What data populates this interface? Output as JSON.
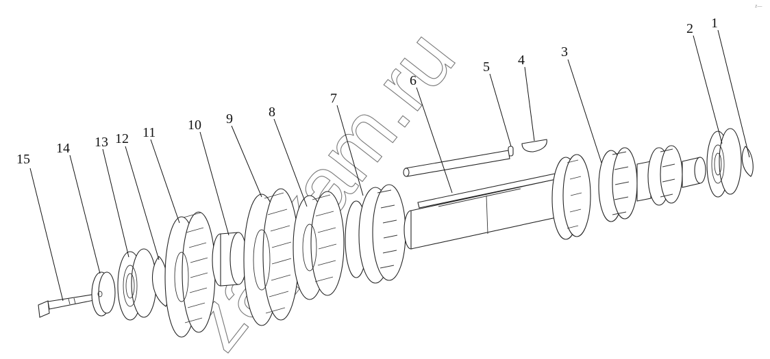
{
  "watermark": "zapkam.ru",
  "corner_mark": "z—",
  "callouts": [
    "1",
    "2",
    "3",
    "4",
    "5",
    "6",
    "7",
    "8",
    "9",
    "10",
    "11",
    "12",
    "13",
    "14",
    "15"
  ]
}
